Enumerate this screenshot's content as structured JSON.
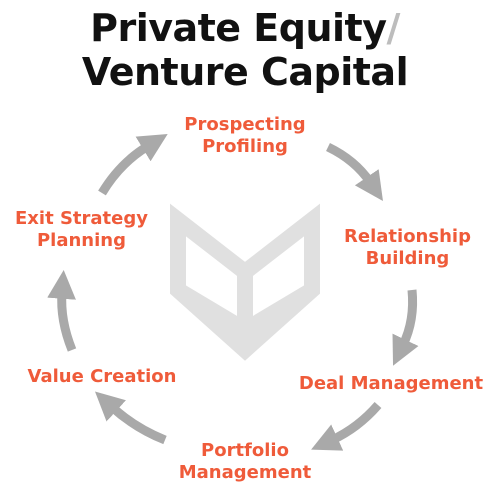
{
  "title": {
    "line1_text": "Private Equity",
    "line1_slash": "/",
    "line2": "Venture Capital"
  },
  "colors": {
    "title": "#111111",
    "accent": "#ef5b3a",
    "arrow": "#a9a9a9",
    "logo": "#e0e0e0",
    "slash": "#bdbdbd"
  },
  "logo_icon": "fox-head-icon",
  "steps": [
    {
      "line1": "Prospecting",
      "line2": "Profiling"
    },
    {
      "line1": "Relationship",
      "line2": "Building"
    },
    {
      "line1": "Deal Management",
      "line2": ""
    },
    {
      "line1": "Portfolio",
      "line2": "Management"
    },
    {
      "line1": "Value Creation",
      "line2": ""
    },
    {
      "line1": "Exit Strategy",
      "line2": "Planning"
    }
  ]
}
